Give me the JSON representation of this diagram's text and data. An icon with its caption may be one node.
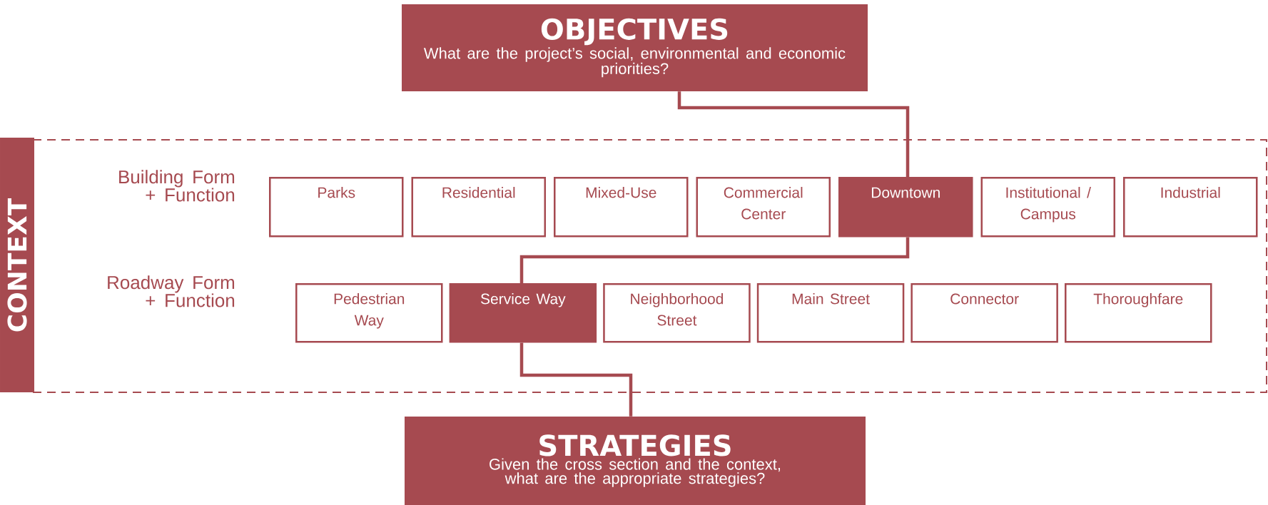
{
  "diagram": {
    "nodes": [
      {
        "text": [
          "OBJECTIVES",
          "What are the project’s social, environmental and economic priorities?"
        ]
      },
      {
        "text": [
          "CONTEXT"
        ]
      },
      {
        "text": [
          "Parks"
        ],
        "in": 1
      },
      {
        "text": [
          "Residential"
        ],
        "in": 1
      },
      {
        "text": [
          "Mixed-Use"
        ],
        "in": 1
      },
      {
        "text": [
          "Commercial Center"
        ],
        "in": 1
      },
      {
        "text": [
          "Downtown"
        ],
        "in": 1
      },
      {
        "text": [
          "Institutional / Campus"
        ],
        "in": 1
      },
      {
        "text": [
          "Industrial"
        ],
        "in": 1
      },
      {
        "text": [
          "Pedestrian Way"
        ],
        "in": 1
      },
      {
        "text": [
          "Service Way"
        ],
        "in": 1
      },
      {
        "text": [
          "Neighborhood Street"
        ],
        "in": 1
      },
      {
        "text": [
          "Main Street"
        ],
        "in": 1
      },
      {
        "text": [
          "Connector"
        ],
        "in": 1
      },
      {
        "text": [
          "Thoroughfare"
        ],
        "in": 1
      },
      {
        "text": [
          "STRATEGIES",
          "Given the cross section and the context, what are the appropriate strategies?"
        ]
      }
    ],
    "edges": [
      {
        "from": 0,
        "to": 6,
        "arrow": "none"
      },
      {
        "from": 6,
        "to": 10,
        "arrow": "none"
      },
      {
        "from": 10,
        "to": 15,
        "arrow": "none"
      }
    ],
    "labels": [
      "Building Form + Function",
      "Roadway Form + Function"
    ]
  }
}
